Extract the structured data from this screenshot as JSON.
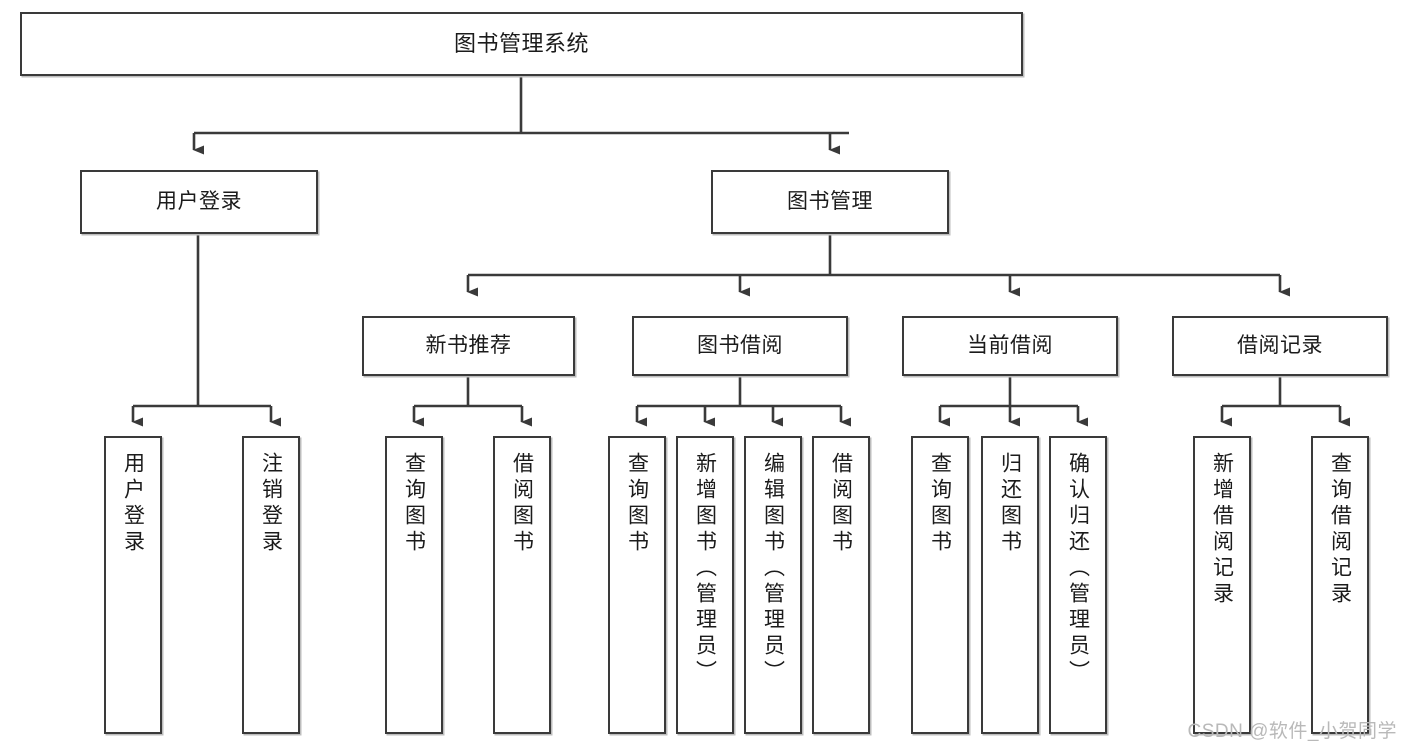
{
  "diagram": {
    "title": "图书管理系统",
    "type": "tree",
    "colors": {
      "node_border": "#3a3a3a",
      "node_fill": "#ffffff",
      "edge": "#3a3a3a",
      "shadow": "#bdbdbd",
      "text": "#1b1b1b",
      "watermark": "#b9b9b9"
    },
    "watermark": "CSDN @软件_小贺同学",
    "nodes": {
      "root": {
        "label": "图书管理系统"
      },
      "level2": [
        {
          "label": "用户登录"
        },
        {
          "label": "图书管理"
        }
      ],
      "level3": [
        {
          "label": "新书推荐"
        },
        {
          "label": "图书借阅"
        },
        {
          "label": "当前借阅"
        },
        {
          "label": "借阅记录"
        }
      ],
      "leaves": {
        "user_login": [
          {
            "label": "用户登录"
          },
          {
            "label": "注销登录"
          }
        ],
        "new_book_recommend": [
          {
            "label": "查询图书"
          },
          {
            "label": "借阅图书"
          }
        ],
        "book_borrow": [
          {
            "label": "查询图书"
          },
          {
            "label": "新增图书（管理员）"
          },
          {
            "label": "编辑图书（管理员）"
          },
          {
            "label": "借阅图书"
          }
        ],
        "current_borrow": [
          {
            "label": "查询图书"
          },
          {
            "label": "归还图书"
          },
          {
            "label": "确认归还（管理员）"
          }
        ],
        "borrow_record": [
          {
            "label": "新增借阅记录"
          },
          {
            "label": "查询借阅记录"
          }
        ]
      }
    }
  }
}
